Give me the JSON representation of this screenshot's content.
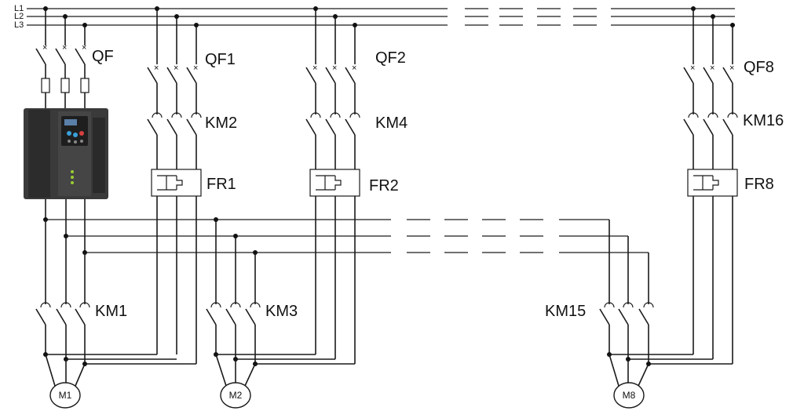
{
  "bus_labels": [
    "L1",
    "L2",
    "L3"
  ],
  "inverter_breaker": "QF",
  "branches": [
    {
      "breaker": "QF1",
      "bypass_contactor": "KM2",
      "relay": "FR1",
      "motor_contactor": "KM1",
      "motor": "M1"
    },
    {
      "breaker": "QF2",
      "bypass_contactor": "KM4",
      "relay": "FR2",
      "motor_contactor": "KM3",
      "motor": "M2"
    },
    {
      "breaker": "QF8",
      "bypass_contactor": "KM16",
      "relay": "FR8",
      "motor_contactor": "KM15",
      "motor": "M8"
    }
  ],
  "colors": {
    "wire": "#1a1a1a",
    "inverter_body": "#3a3a3a",
    "inverter_panel": "#1e1e1e"
  },
  "icons": {
    "inverter": "variable-frequency-drive",
    "motor": "motor-circle",
    "switch": "breaker-switch",
    "contactor": "contactor-switch",
    "relay": "thermal-relay"
  }
}
